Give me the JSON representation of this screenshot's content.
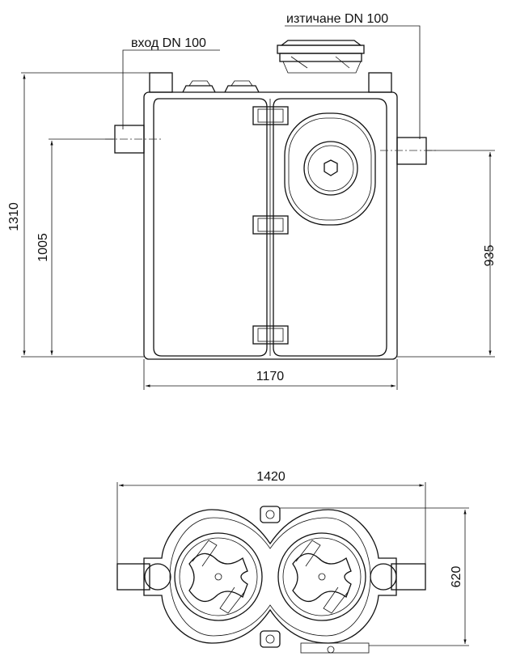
{
  "front_view": {
    "inlet_label": "вход DN 100",
    "outlet_label": "изтичане DN 100",
    "dim_total_height": "1310",
    "dim_inlet_height": "1005",
    "dim_outlet_height": "935",
    "dim_width": "1170"
  },
  "top_view": {
    "dim_length": "1420",
    "dim_depth": "620"
  },
  "colors": {
    "line": "#111111",
    "background": "#ffffff"
  }
}
